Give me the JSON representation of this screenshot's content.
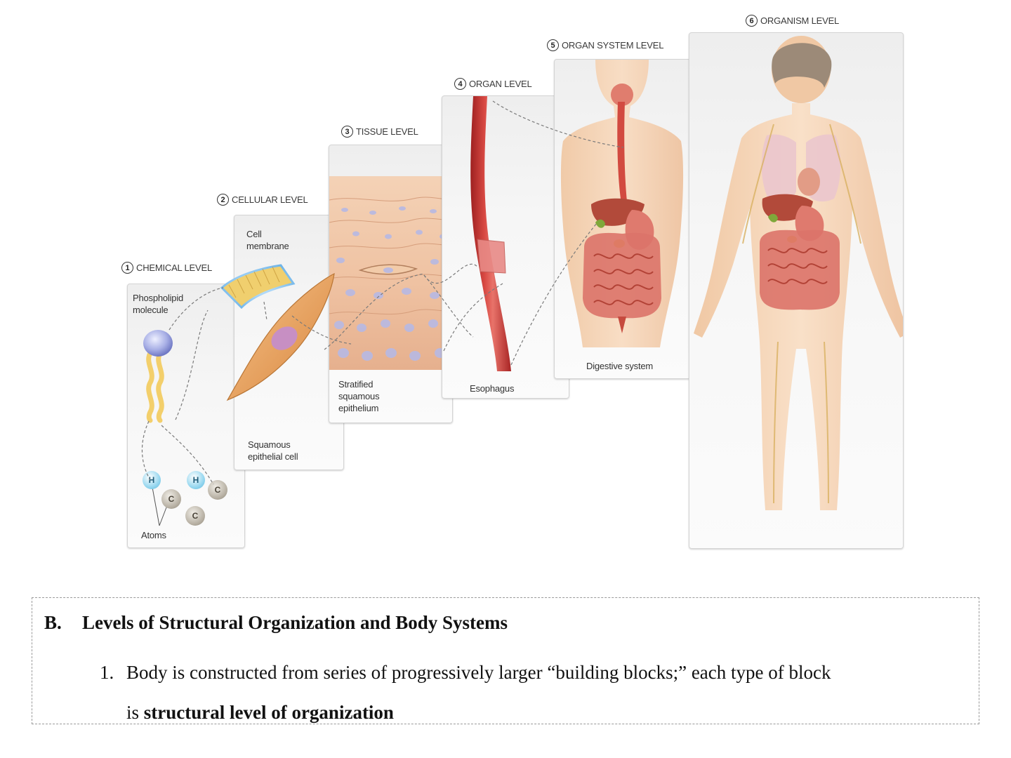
{
  "figure": {
    "levels": [
      {
        "number": "1",
        "title": "CHEMICAL LEVEL"
      },
      {
        "number": "2",
        "title": "CELLULAR LEVEL"
      },
      {
        "number": "3",
        "title": "TISSUE LEVEL"
      },
      {
        "number": "4",
        "title": "ORGAN LEVEL"
      },
      {
        "number": "5",
        "title": "ORGAN SYSTEM LEVEL"
      },
      {
        "number": "6",
        "title": "ORGANISM LEVEL"
      }
    ],
    "chemical": {
      "phospholipid_label": [
        "Phospholipid",
        "molecule"
      ],
      "atoms_label": "Atoms",
      "atom_symbols": [
        "H",
        "H",
        "C",
        "C",
        "C"
      ]
    },
    "cellular": {
      "membrane_label": [
        "Cell",
        "membrane"
      ],
      "cell_label": [
        "Squamous",
        "epithelial cell"
      ]
    },
    "tissue": {
      "label": [
        "Stratified",
        "squamous",
        "epithelium"
      ]
    },
    "organ": {
      "label": "Esophagus"
    },
    "organ_system": {
      "label": "Digestive system"
    }
  },
  "notes": {
    "heading_letter": "B.",
    "heading_text": "Levels of Structural Organization and Body Systems",
    "item_marker": "1.",
    "item_line1": "Body is constructed from series of progressively larger “building blocks;” each type of block",
    "item_line2_prefix": "is",
    "item_line2_bold": "structural level of organization"
  }
}
